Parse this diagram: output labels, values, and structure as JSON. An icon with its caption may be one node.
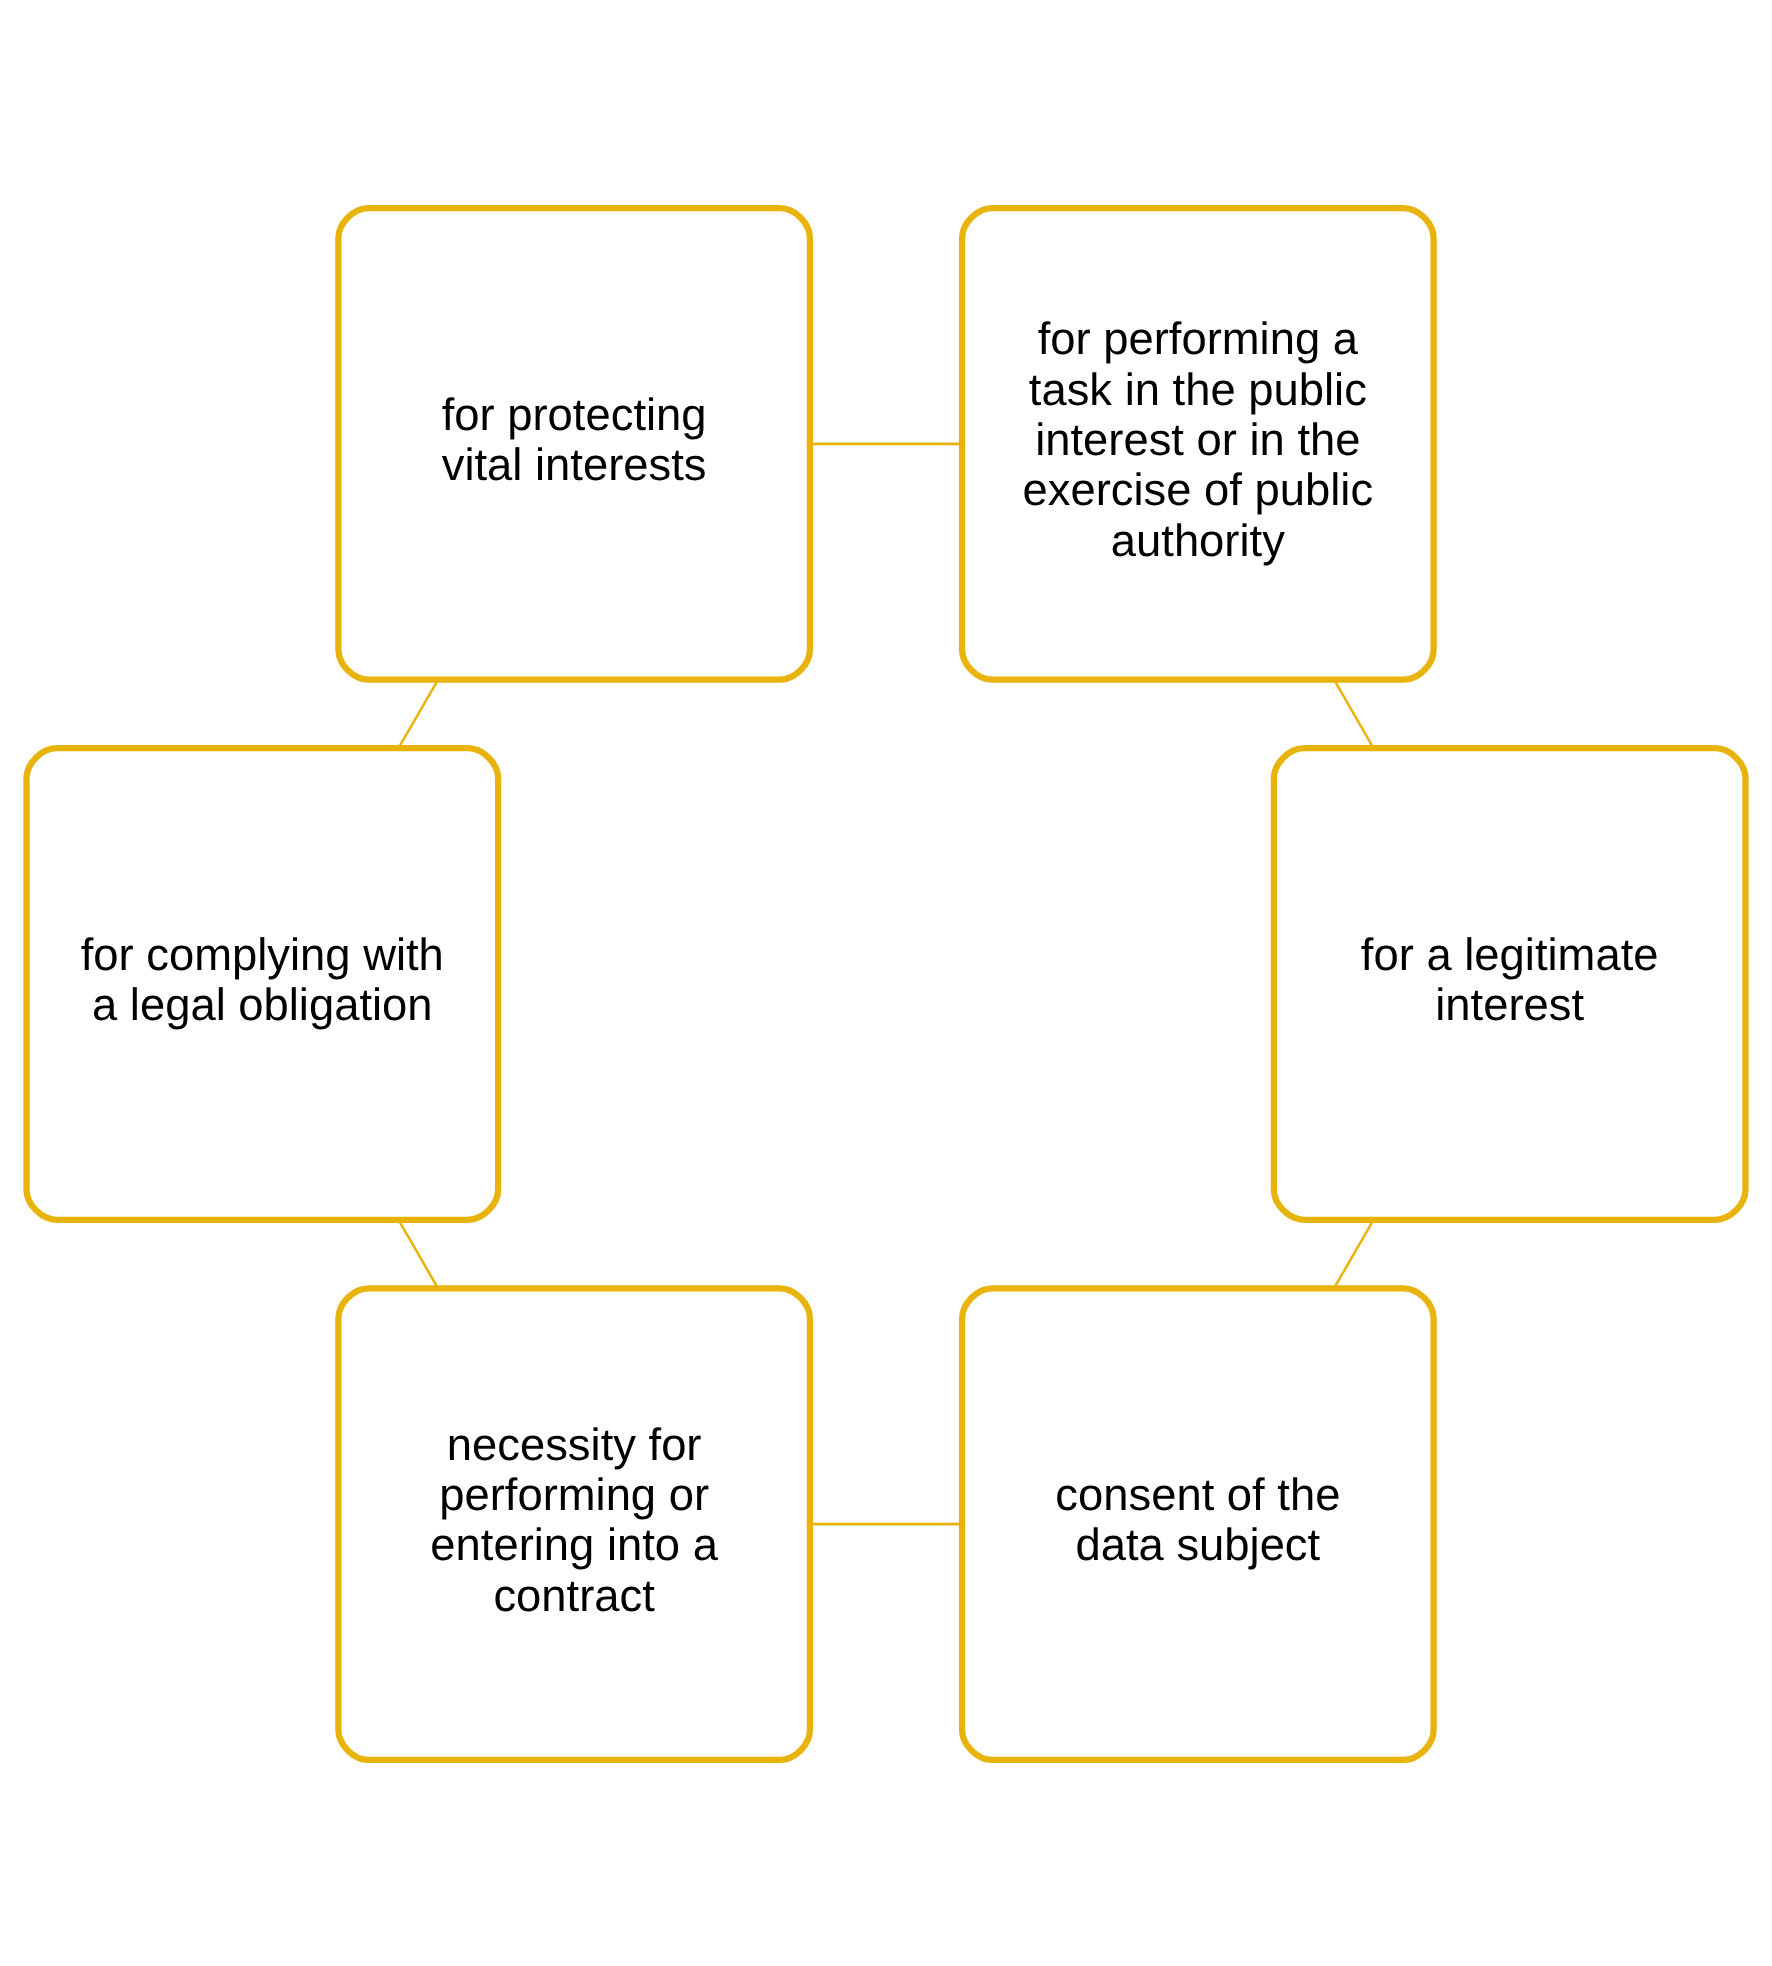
{
  "diagram": {
    "nodes": [
      {
        "text": [
          "consent of the data subject"
        ]
      },
      {
        "text": [
          "for a legitimate interest"
        ]
      },
      {
        "text": [
          "necessity for performing or entering into a contract"
        ]
      },
      {
        "text": [
          "for performing a task in the public interest or in the exercise of public authority"
        ]
      },
      {
        "text": [
          "for complying with a legal obligation"
        ]
      },
      {
        "text": [
          "for protecting vital interests"
        ]
      }
    ],
    "edges": [
      {
        "from": 0,
        "to": 2,
        "arrow": "none"
      },
      {
        "from": 2,
        "to": 4,
        "arrow": "none"
      },
      {
        "from": 4,
        "to": 5,
        "arrow": "none"
      },
      {
        "from": 5,
        "to": 3,
        "arrow": "none"
      },
      {
        "from": 3,
        "to": 1,
        "arrow": "none"
      },
      {
        "from": 1,
        "to": 0,
        "arrow": "none"
      }
    ]
  }
}
